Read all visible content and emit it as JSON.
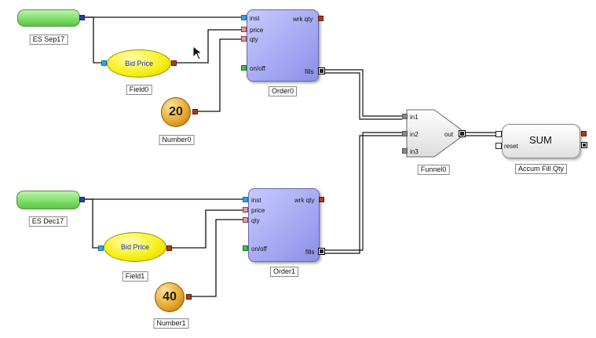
{
  "blocks": {
    "es_sep17": {
      "caption": "ES Sep17"
    },
    "es_dec17": {
      "caption": "ES Dec17"
    },
    "field0": {
      "label": "Bid Price",
      "caption": "Field0"
    },
    "field1": {
      "label": "Bid Price",
      "caption": "Field1"
    },
    "number0": {
      "value": "20",
      "caption": "Number0"
    },
    "number1": {
      "value": "40",
      "caption": "Number1"
    },
    "order0": {
      "caption": "Order0",
      "ports": {
        "inst": "inst",
        "price": "price",
        "qty": "qty",
        "onoff": "on/off",
        "wrk": "wrk qty",
        "fills": "fills"
      }
    },
    "order1": {
      "caption": "Order1",
      "ports": {
        "inst": "inst",
        "price": "price",
        "qty": "qty",
        "onoff": "on/off",
        "wrk": "wrk qty",
        "fills": "fills"
      }
    },
    "funnel0": {
      "caption": "Funnel0",
      "ports": {
        "in1": "in1",
        "in2": "in2",
        "in3": "in3",
        "out": "out"
      }
    },
    "sum": {
      "label": "SUM",
      "caption": "Accum Fill Qty",
      "ports": {
        "reset": "reset"
      }
    }
  },
  "colors": {
    "instrument": "#57c840",
    "field": "#f5ef10",
    "number": "#e8a830",
    "order": "#9a9ef0",
    "wire": "#000000"
  }
}
